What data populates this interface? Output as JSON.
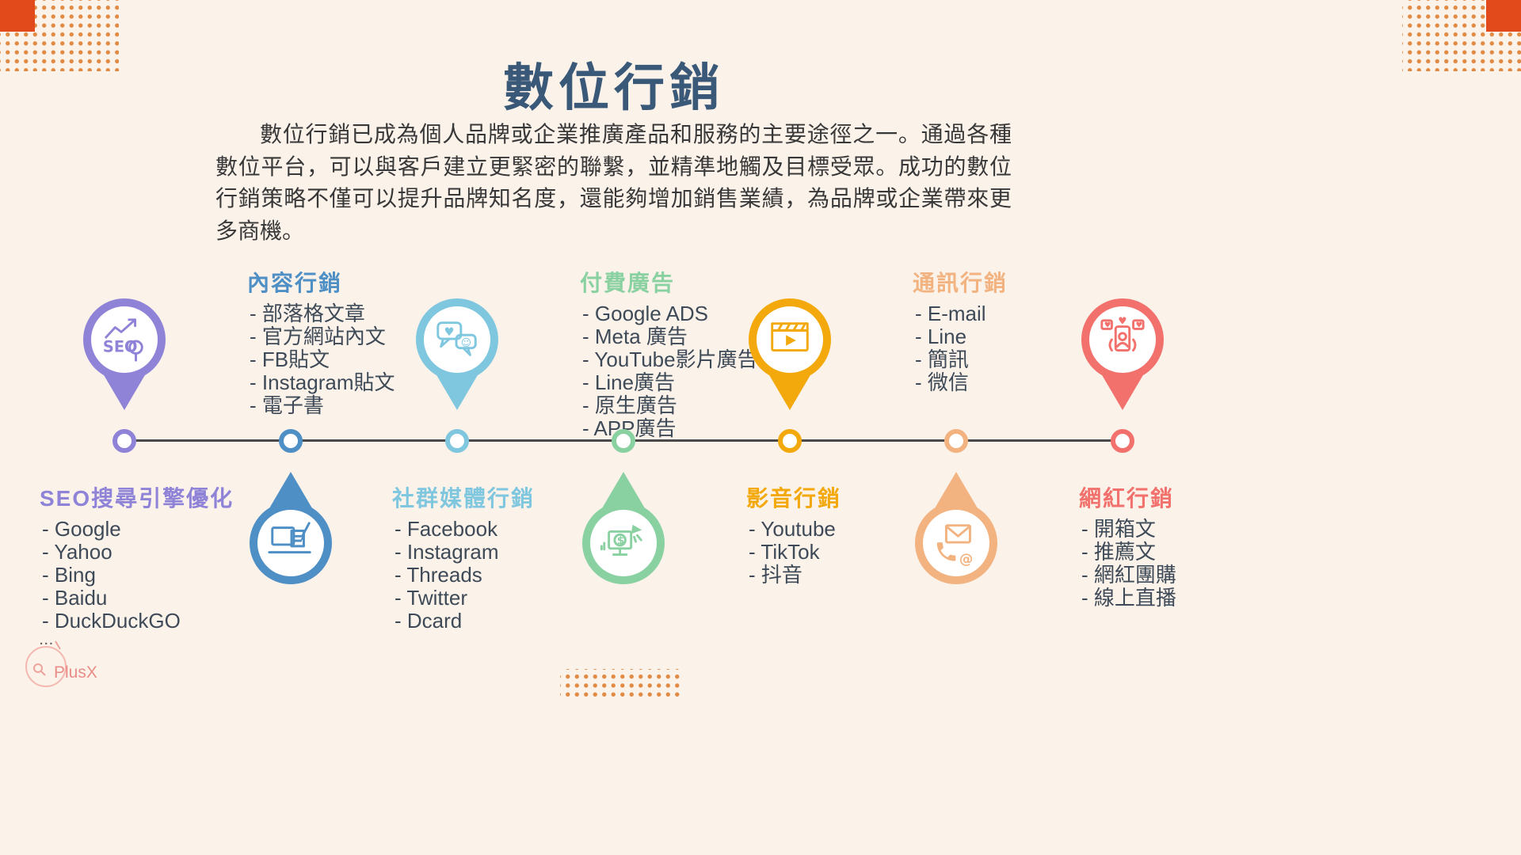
{
  "page": {
    "title": "數位行銷",
    "intro": "數位行銷已成為個人品牌或企業推廣產品和服務的主要途徑之一。通過各種數位平台，可以與客戶建立更緊密的聯繫，並精準地觸及目標受眾。成功的數位行銷策略不僅可以提升品牌知名度，還能夠增加銷售業績，為品牌或企業帶來更多商機。"
  },
  "logo": {
    "name": "PlusX"
  },
  "colors": {
    "bg": "#FBF2EA",
    "title": "#3A5878",
    "text": "#383838",
    "line": "#4A4A4A",
    "dot": "#E08A44",
    "corner": "#E2491B"
  },
  "timeline": {
    "nodes": [
      {
        "id": "seo",
        "title": "SEO搜尋引擎優化",
        "color": "#8F83D8",
        "icon": "seo-magnifier-chart-icon",
        "pin_position": "top",
        "items": [
          "- Google",
          "- Yahoo",
          "- Bing",
          "- Baidu",
          "- DuckDuckGO"
        ]
      },
      {
        "id": "content",
        "title": "內容行銷",
        "color": "#4E8FC5",
        "icon": "laptop-writing-icon",
        "pin_position": "bottom",
        "items": [
          "- 部落格文章",
          "- 官方網站內文",
          "- FB貼文",
          "- Instagram貼文",
          "- 電子書"
        ]
      },
      {
        "id": "social",
        "title": "社群媒體行銷",
        "color": "#7FC6DF",
        "icon": "chat-bubbles-icon",
        "pin_position": "top",
        "items": [
          "- Facebook",
          "- Instagram",
          "- Threads",
          "- Twitter",
          "- Dcard"
        ]
      },
      {
        "id": "paid-ads",
        "title": "付費廣告",
        "color": "#8AD1A2",
        "icon": "megaphone-ads-monitor-icon",
        "pin_position": "bottom",
        "items": [
          "- Google ADS",
          "- Meta 廣告",
          "- YouTube影片廣告",
          "- Line廣告",
          "- 原生廣告",
          "- APP廣告"
        ]
      },
      {
        "id": "video",
        "title": "影音行銷",
        "color": "#F3A80B",
        "icon": "clapperboard-play-icon",
        "pin_position": "top",
        "items": [
          "- Youtube",
          "- TikTok",
          "- 抖音"
        ]
      },
      {
        "id": "messaging",
        "title": "通訊行銷",
        "color": "#F2B380",
        "icon": "envelope-phone-icon",
        "pin_position": "bottom",
        "items": [
          "- E-mail",
          "- Line",
          "- 簡訊",
          "- 微信"
        ]
      },
      {
        "id": "influencer",
        "title": "網紅行銷",
        "color": "#F2716C",
        "icon": "influencer-phone-hearts-icon",
        "pin_position": "top",
        "items": [
          "- 開箱文",
          "- 推薦文",
          "- 網紅團購",
          "- 線上直播"
        ]
      }
    ]
  }
}
